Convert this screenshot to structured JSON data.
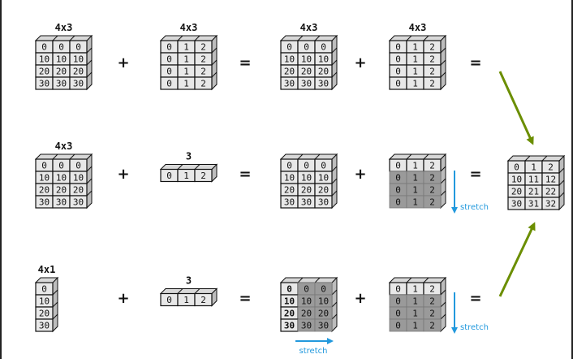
{
  "colors": {
    "cell_fill": "#e8e8e8",
    "top_face": "#d8d8d8",
    "side_face": "#bdbdbd",
    "ghost_fill": "#9a9a9a",
    "stroke": "#111111",
    "arrow_green": "#6b8e00",
    "arrow_blue": "#2299dd"
  },
  "rows": [
    {
      "terms": [
        {
          "label": "4x3",
          "cols": 3,
          "rows": 4,
          "values": [
            [
              "0",
              "0",
              "0"
            ],
            [
              "10",
              "10",
              "10"
            ],
            [
              "20",
              "20",
              "20"
            ],
            [
              "30",
              "30",
              "30"
            ]
          ]
        },
        {
          "label": "4x3",
          "cols": 3,
          "rows": 4,
          "values": [
            [
              "0",
              "1",
              "2"
            ],
            [
              "0",
              "1",
              "2"
            ],
            [
              "0",
              "1",
              "2"
            ],
            [
              "0",
              "1",
              "2"
            ]
          ]
        },
        {
          "label": "4x3",
          "cols": 3,
          "rows": 4,
          "values": [
            [
              "0",
              "0",
              "0"
            ],
            [
              "10",
              "10",
              "10"
            ],
            [
              "20",
              "20",
              "20"
            ],
            [
              "30",
              "30",
              "30"
            ]
          ]
        },
        {
          "label": "4x3",
          "cols": 3,
          "rows": 4,
          "values": [
            [
              "0",
              "1",
              "2"
            ],
            [
              "0",
              "1",
              "2"
            ],
            [
              "0",
              "1",
              "2"
            ],
            [
              "0",
              "1",
              "2"
            ]
          ]
        }
      ],
      "ops": [
        "+",
        "=",
        "+",
        "="
      ]
    },
    {
      "terms": [
        {
          "label": "4x3",
          "cols": 3,
          "rows": 4,
          "values": [
            [
              "0",
              "0",
              "0"
            ],
            [
              "10",
              "10",
              "10"
            ],
            [
              "20",
              "20",
              "20"
            ],
            [
              "30",
              "30",
              "30"
            ]
          ]
        },
        {
          "label": "3",
          "cols": 3,
          "rows": 1,
          "values": [
            [
              "0",
              "1",
              "2"
            ]
          ]
        },
        {
          "label": "",
          "cols": 3,
          "rows": 4,
          "values": [
            [
              "0",
              "0",
              "0"
            ],
            [
              "10",
              "10",
              "10"
            ],
            [
              "20",
              "20",
              "20"
            ],
            [
              "30",
              "30",
              "30"
            ]
          ]
        },
        {
          "label": "",
          "cols": 3,
          "rows": 4,
          "values": [
            [
              "0",
              "1",
              "2"
            ],
            [
              "0",
              "1",
              "2"
            ],
            [
              "0",
              "1",
              "2"
            ],
            [
              "0",
              "1",
              "2"
            ]
          ],
          "ghost_rows_from": 1
        }
      ],
      "ops": [
        "+",
        "=",
        "+",
        "="
      ],
      "stretch_label": "stretch"
    },
    {
      "terms": [
        {
          "label": "4x1",
          "cols": 1,
          "rows": 4,
          "values": [
            [
              "0"
            ],
            [
              "10"
            ],
            [
              "20"
            ],
            [
              "30"
            ]
          ]
        },
        {
          "label": "3",
          "cols": 3,
          "rows": 1,
          "values": [
            [
              "0",
              "1",
              "2"
            ]
          ]
        },
        {
          "label": "",
          "cols": 3,
          "rows": 4,
          "values": [
            [
              "0",
              "0",
              "0"
            ],
            [
              "10",
              "10",
              "10"
            ],
            [
              "20",
              "20",
              "20"
            ],
            [
              "30",
              "30",
              "30"
            ]
          ],
          "ghost_cols_from": 1
        },
        {
          "label": "",
          "cols": 3,
          "rows": 4,
          "values": [
            [
              "0",
              "1",
              "2"
            ],
            [
              "0",
              "1",
              "2"
            ],
            [
              "0",
              "1",
              "2"
            ],
            [
              "0",
              "1",
              "2"
            ]
          ],
          "ghost_rows_from": 1
        }
      ],
      "ops": [
        "+",
        "=",
        "+",
        "="
      ],
      "stretch_label_vertical": "stretch",
      "stretch_label_horizontal": "stretch"
    }
  ],
  "result": {
    "cols": 3,
    "rows": 4,
    "values": [
      [
        "0",
        "1",
        "2"
      ],
      [
        "10",
        "11",
        "12"
      ],
      [
        "20",
        "21",
        "22"
      ],
      [
        "30",
        "31",
        "32"
      ]
    ]
  }
}
